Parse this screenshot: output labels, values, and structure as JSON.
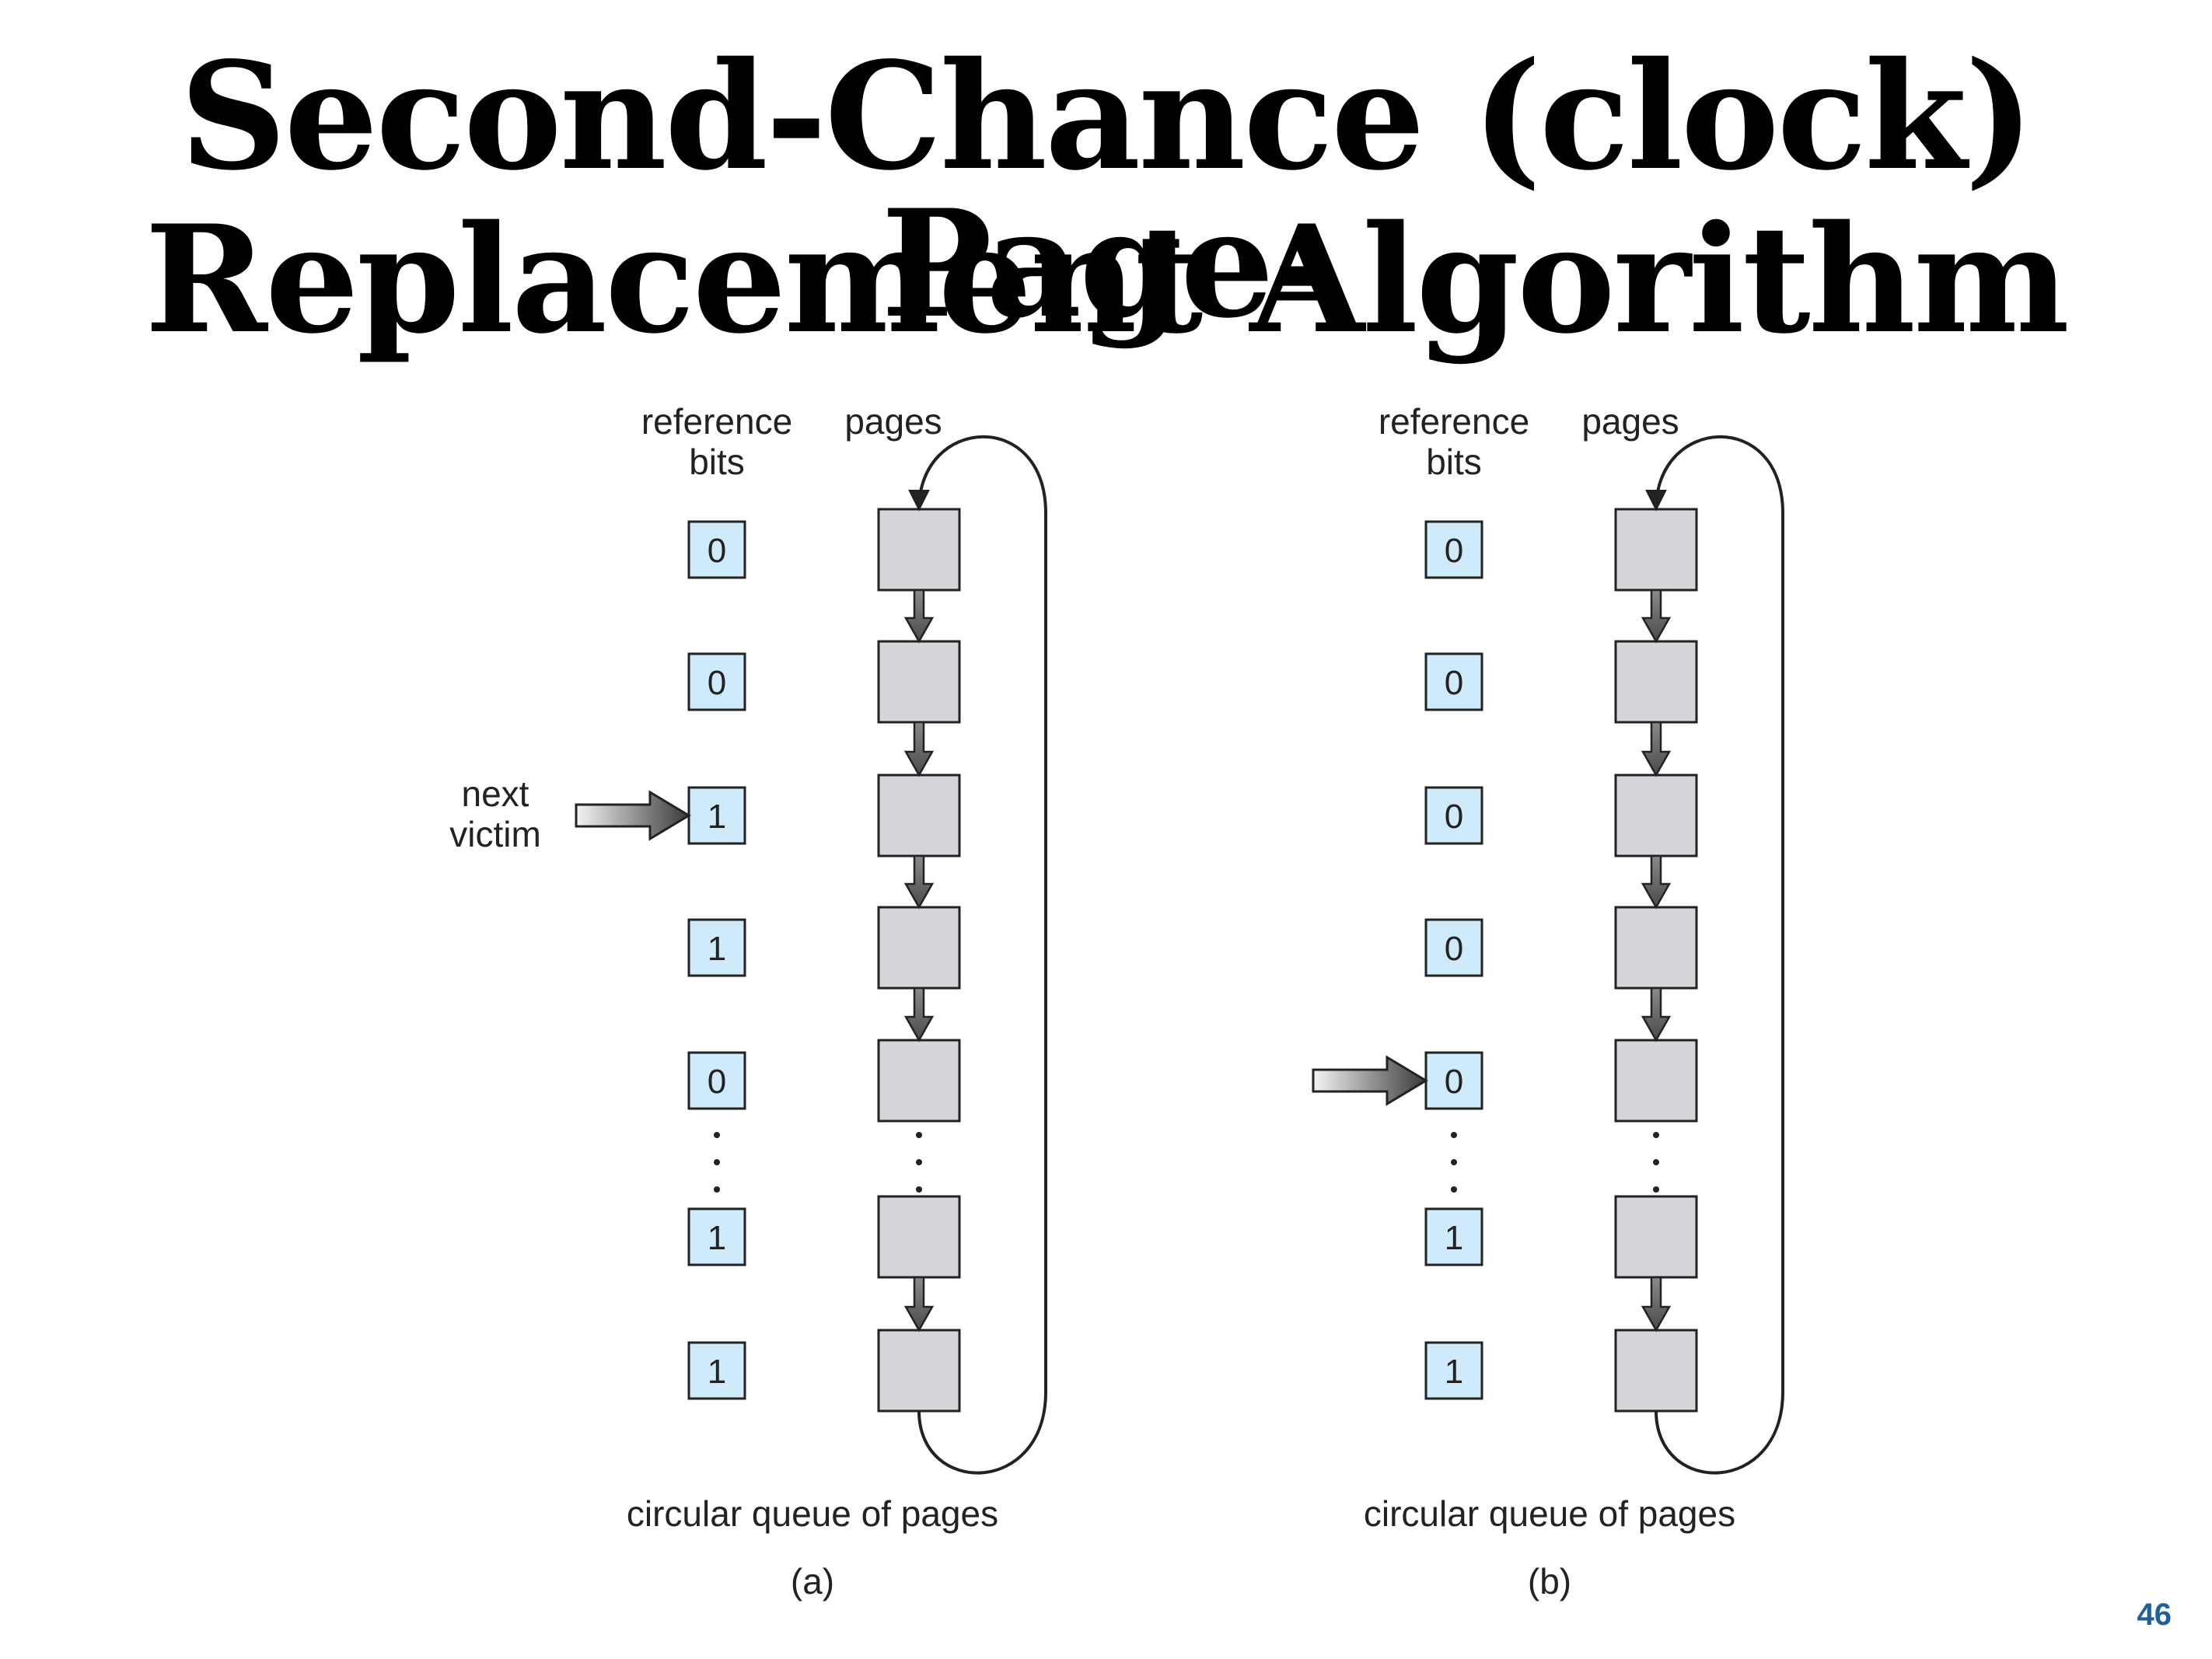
{
  "title_line1": "Second-Chance (clock) Page-",
  "title_line2": "Replacement Algorithm",
  "slide_number": "46",
  "colors": {
    "bit_fill": "#cfeafa",
    "page_fill": "#d6d5da",
    "page_number": "#1f5f9a"
  },
  "diagrams": [
    {
      "col_bits_label": [
        "reference",
        "bits"
      ],
      "col_pages_label": "pages",
      "bits_before_ellipsis": [
        "0",
        "0",
        "1",
        "1",
        "0"
      ],
      "bits_after_ellipsis": [
        "1",
        "1"
      ],
      "pointer_row": 2,
      "pointer_label": [
        "next",
        "victim"
      ],
      "queue_label": "circular queue of pages",
      "caption": "(a)"
    },
    {
      "col_bits_label": [
        "reference",
        "bits"
      ],
      "col_pages_label": "pages",
      "bits_before_ellipsis": [
        "0",
        "0",
        "0",
        "0",
        "0"
      ],
      "bits_after_ellipsis": [
        "1",
        "1"
      ],
      "pointer_row": 4,
      "pointer_label": [],
      "queue_label": "circular queue of pages",
      "caption": "(b)"
    }
  ]
}
